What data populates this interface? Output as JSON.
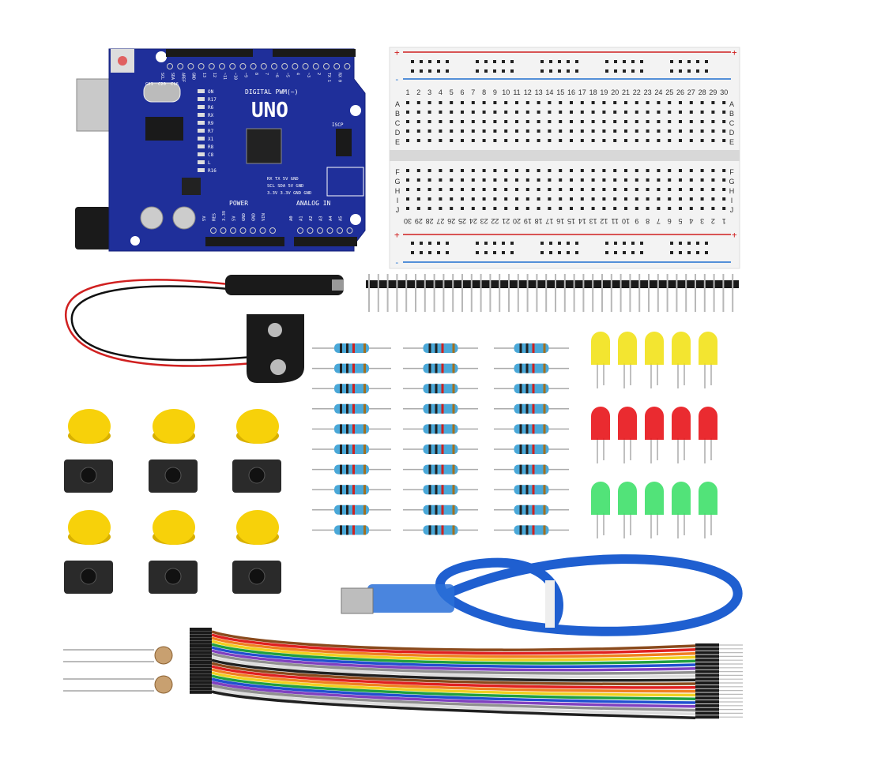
{
  "arduino": {
    "model": "UNO",
    "digital_label": "DIGITAL PWM(~)",
    "power_label": "POWER",
    "analog_label": "ANALOG IN",
    "iscp_label": "ISCP",
    "digital_pins": [
      "SCL",
      "SDA",
      "AREF",
      "GND",
      "13",
      "12",
      "~11",
      "~10",
      "~9",
      "8",
      "7",
      "~6",
      "~5",
      "4",
      "~3",
      "2",
      "TX 1",
      "RX 0"
    ],
    "power_pins": [
      "5V",
      "RES",
      "3.3V",
      "5V",
      "GND",
      "GND",
      "VIN"
    ],
    "analog_pins": [
      "A0",
      "A1",
      "A2",
      "A3",
      "A4",
      "A5"
    ],
    "left_labels": [
      "ON",
      "R17",
      "R6",
      "RX",
      "R9",
      "R7",
      "X1",
      "R8",
      "C8",
      "L",
      "R16"
    ],
    "top_caps": [
      "C21",
      "C20",
      "C16"
    ],
    "header_rows": [
      "RX  TX  5V  GND",
      "SCL SDA 5V  GND",
      "3.3V 3.3V GND GND"
    ]
  },
  "breadboard": {
    "rail_plus": "+",
    "rail_minus": "-",
    "columns": [
      "1",
      "2",
      "3",
      "4",
      "5",
      "6",
      "7",
      "8",
      "9",
      "10",
      "11",
      "12",
      "13",
      "14",
      "15",
      "16",
      "17",
      "18",
      "19",
      "20",
      "21",
      "22",
      "23",
      "24",
      "25",
      "26",
      "27",
      "28",
      "29",
      "30"
    ],
    "rows_top": [
      "A",
      "B",
      "C",
      "D",
      "E"
    ],
    "rows_bottom": [
      "F",
      "G",
      "H",
      "I",
      "J"
    ]
  },
  "colors": {
    "board_blue": "#1f2f9a",
    "led_yellow": "#f2e21a",
    "led_red": "#e8141a",
    "led_green": "#3fe06a",
    "button_cap": "#f7d10a",
    "usb_cable": "#1f5fd0",
    "wire_colors": [
      "#8a4a1c",
      "#e02020",
      "#f08020",
      "#f0d020",
      "#20a040",
      "#2050d0",
      "#8040c0",
      "#909090",
      "#ffffff",
      "#202020"
    ]
  }
}
